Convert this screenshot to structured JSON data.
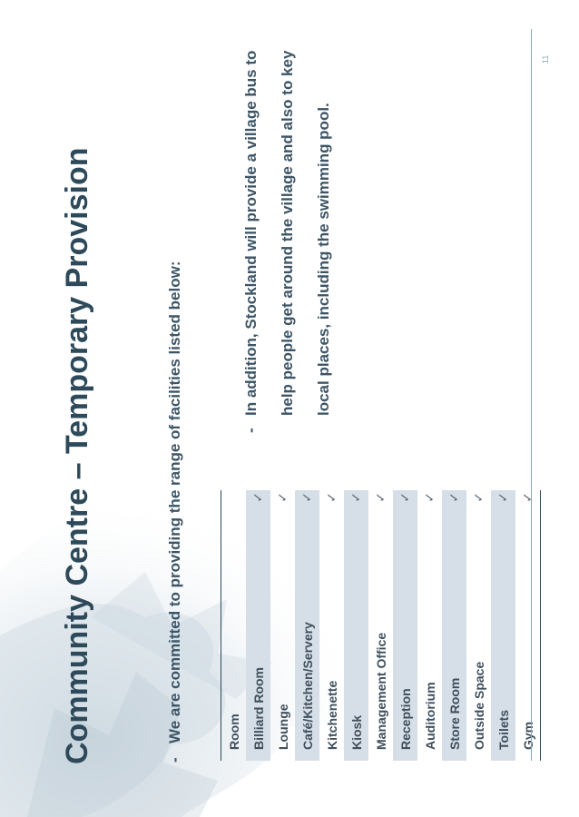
{
  "title": "Community Centre – Temporary Provision",
  "bullet_marker": "-",
  "intro": "We are committed to providing the range of facilities listed below:",
  "additional": "In addition, Stockland will provide a village bus to help people get around the village and also to key local places, including the swimming pool.",
  "table": {
    "header": "Room",
    "rows": [
      {
        "room": "Billiard Room",
        "tick": "✓"
      },
      {
        "room": "Lounge",
        "tick": "✓"
      },
      {
        "room": "Café/Kitchen/Servery",
        "tick": "✓"
      },
      {
        "room": "Kitchenette",
        "tick": "✓"
      },
      {
        "room": "Kiosk",
        "tick": "✓"
      },
      {
        "room": "Management Office",
        "tick": "✓"
      },
      {
        "room": "Reception",
        "tick": "✓"
      },
      {
        "room": "Auditorium",
        "tick": "✓"
      },
      {
        "room": "Store Room",
        "tick": "✓"
      },
      {
        "room": "Outside Space",
        "tick": "✓"
      },
      {
        "room": "Toilets",
        "tick": "✓"
      },
      {
        "room": "Gym",
        "tick": "✓"
      }
    ]
  },
  "page_number": "11",
  "colors": {
    "title": "#2e4a5a",
    "text": "#3d5566",
    "row_shade": "#d6dee7",
    "accent": "#8aa6b8"
  }
}
